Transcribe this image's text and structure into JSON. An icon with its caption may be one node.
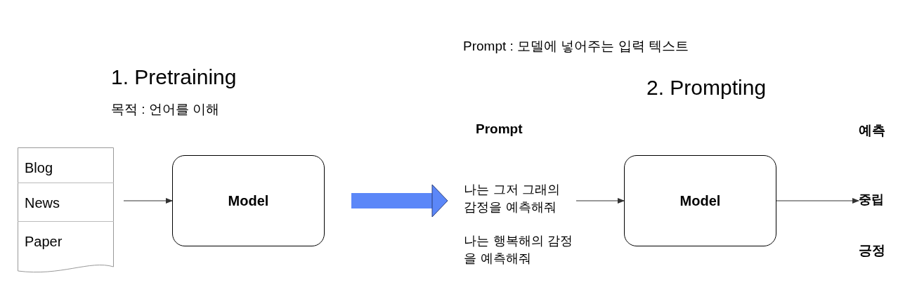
{
  "diagram": {
    "nodes": [
      {
        "text": [
          "Blog",
          "News",
          "Paper"
        ]
      },
      {
        "text": [
          "Model"
        ]
      },
      {
        "text": [
          "나는 그저 그래의 감정을 예측해줘"
        ]
      },
      {
        "text": [
          "나는 행복해의 감정을 예측해줘"
        ]
      },
      {
        "text": [
          "Model"
        ]
      },
      {
        "text": [
          "중립"
        ]
      }
    ],
    "edges": [
      {
        "from": 0,
        "to": 1,
        "arrow": "to"
      },
      {
        "from": 1,
        "to": 2,
        "arrow": "to",
        "style": "thick",
        "color": "#5b87f8"
      },
      {
        "from": 2,
        "to": 4,
        "arrow": "to"
      },
      {
        "from": 4,
        "to": 5,
        "arrow": "to"
      }
    ],
    "labels": [
      "Prompt : 모델에 넣어주는 입력 텍스트",
      "1. Pretraining",
      "목적 : 언어를 이해",
      "2. Prompting",
      "Prompt",
      "예측",
      "긍정"
    ]
  }
}
